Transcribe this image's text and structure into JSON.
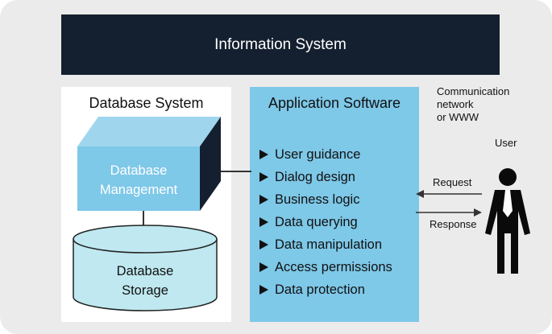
{
  "banner": {
    "title": "Information System"
  },
  "database_system": {
    "title": "Database System",
    "management_lines": [
      "Database",
      "Management"
    ],
    "storage_lines": [
      "Database",
      "Storage"
    ]
  },
  "application_software": {
    "title": "Application Software",
    "items": [
      "User guidance",
      "Dialog design",
      "Business logic",
      "Data querying",
      "Data manipulation",
      "Access permissions",
      "Data protection"
    ]
  },
  "communication": {
    "lines": [
      "Communication",
      "network",
      "or WWW"
    ]
  },
  "user": {
    "label": "User"
  },
  "arrows": {
    "request": "Request",
    "response": "Response"
  },
  "colors": {
    "banner": "#14202f",
    "app_panel": "#7ec8e8",
    "cube_front": "#7ec8e8",
    "cube_top": "#9fd6ee",
    "cube_side": "#14202f",
    "cylinder": "#bfe8f0",
    "frame": "#ecebeb"
  },
  "icons": {
    "user": "person-silhouette-icon",
    "bullet": "triangle-bullet-icon"
  }
}
